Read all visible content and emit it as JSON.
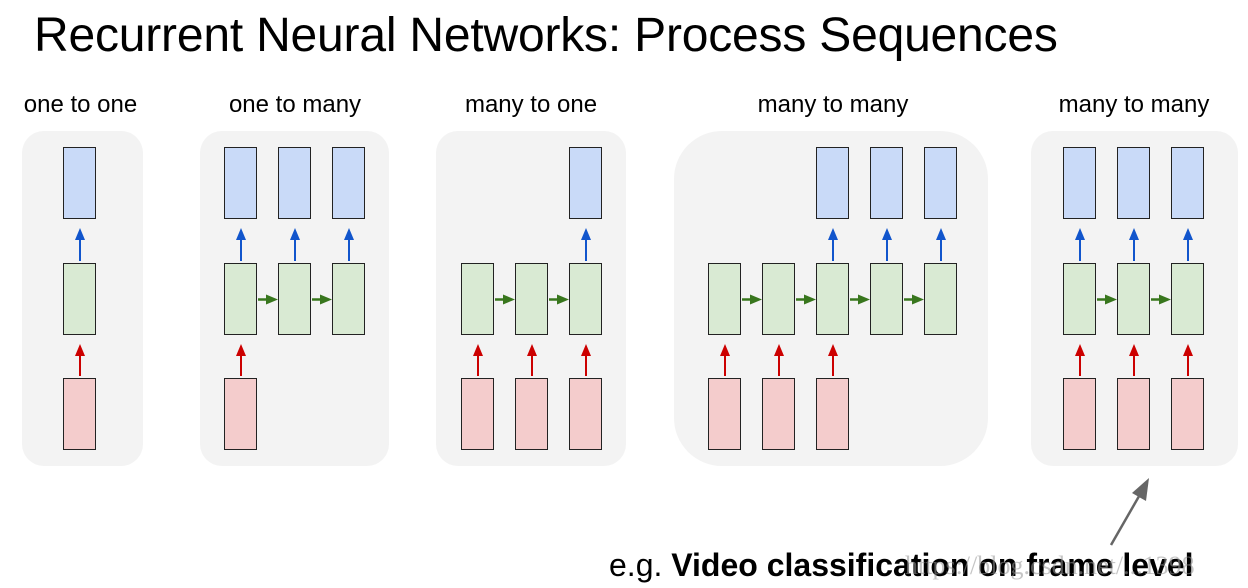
{
  "title": "Recurrent Neural Networks: Process Sequences",
  "colors": {
    "output_fill": "#c9daf8",
    "hidden_fill": "#d9ead3",
    "input_fill": "#f4cccc",
    "output_arrow": "#1155cc",
    "input_arrow": "#cc0000",
    "recurrent_arrow": "#38761d",
    "panel_bg": "#f3f3f3",
    "pointer_arrow": "#666666"
  },
  "panels": [
    {
      "label": "one to one",
      "inputs": [
        1,
        0,
        0,
        0,
        0
      ],
      "hiddens": [
        1,
        0,
        0,
        0,
        0
      ],
      "outputs": [
        1,
        0,
        0,
        0,
        0
      ]
    },
    {
      "label": "one to many",
      "inputs": [
        1,
        0,
        0
      ],
      "hiddens": [
        1,
        1,
        1
      ],
      "outputs": [
        1,
        1,
        1
      ]
    },
    {
      "label": "many to one",
      "inputs": [
        1,
        1,
        1
      ],
      "hiddens": [
        1,
        1,
        1
      ],
      "outputs": [
        0,
        0,
        1
      ]
    },
    {
      "label": "many to many",
      "inputs": [
        1,
        1,
        1,
        0,
        0
      ],
      "hiddens": [
        1,
        1,
        1,
        1,
        1
      ],
      "outputs": [
        0,
        0,
        1,
        1,
        1
      ]
    },
    {
      "label": "many to many",
      "inputs": [
        1,
        1,
        1
      ],
      "hiddens": [
        1,
        1,
        1
      ],
      "outputs": [
        1,
        1,
        1
      ]
    }
  ],
  "caption": {
    "prefix": "e.g. ",
    "bold": "Video classification on frame level"
  },
  "watermark": "https://blog.csdn.net/...1398"
}
